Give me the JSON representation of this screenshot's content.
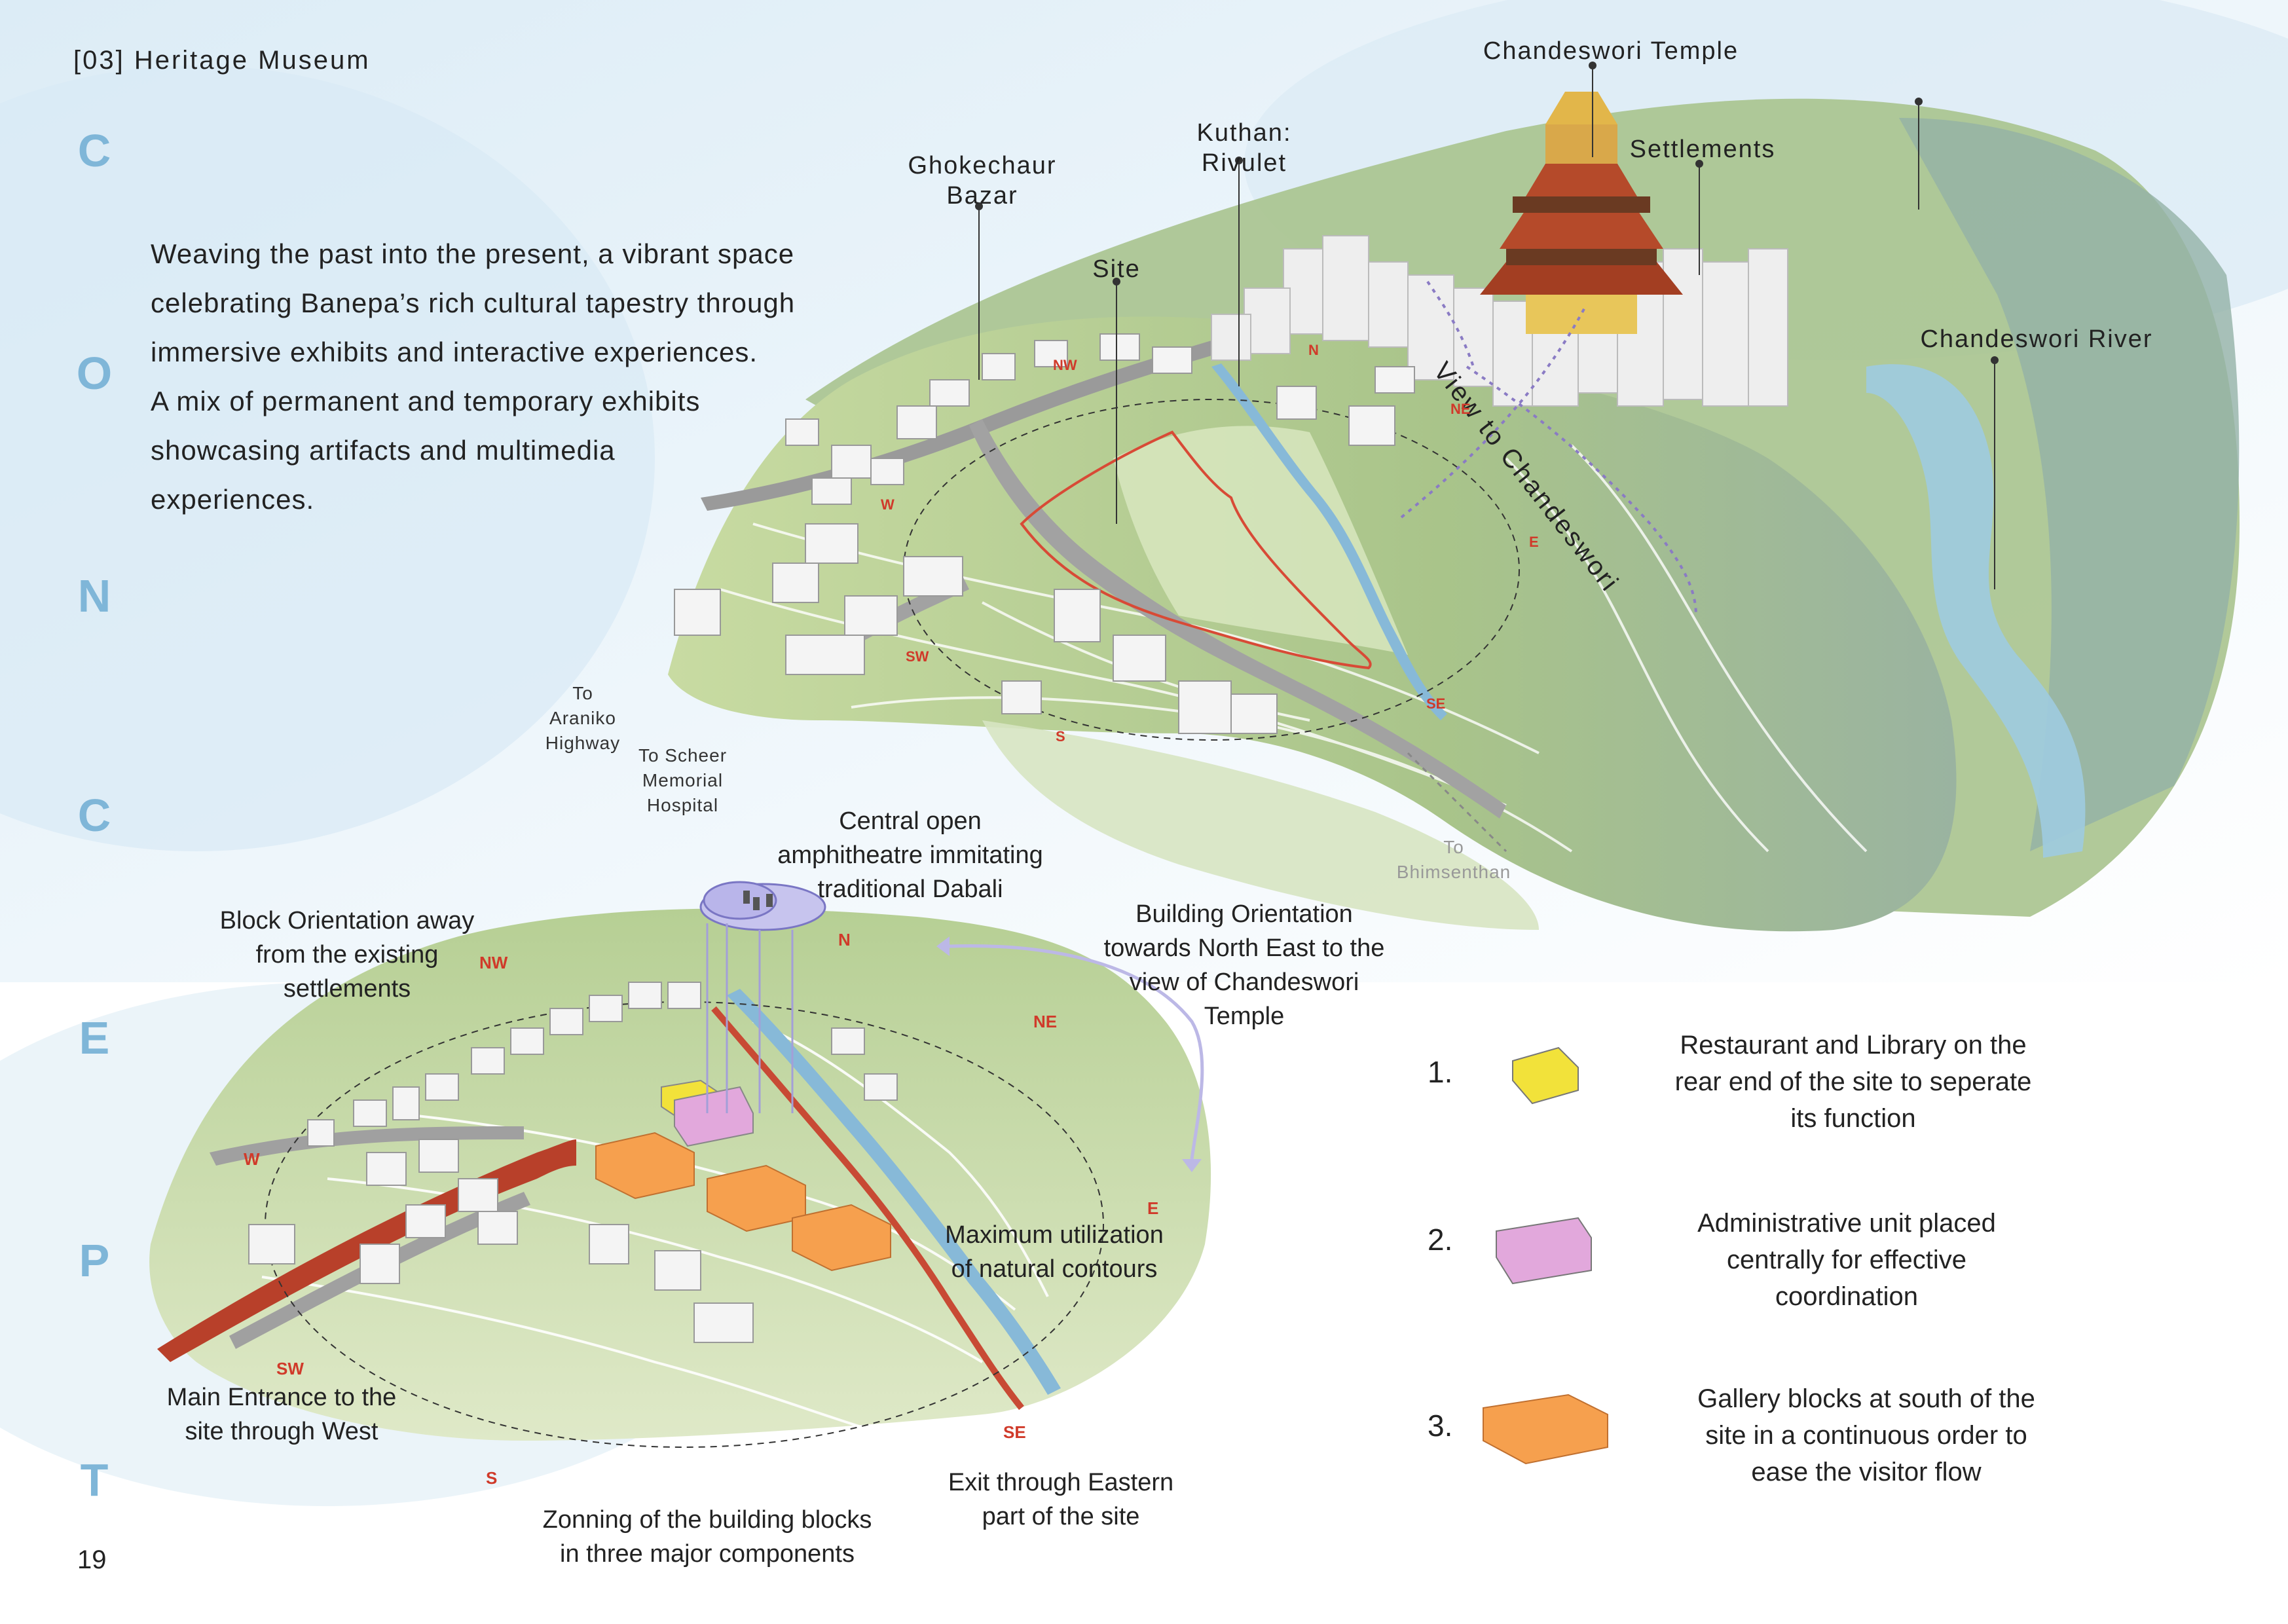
{
  "header": {
    "title": "[03] Heritage Museum",
    "page_number": "19"
  },
  "vertical_word": [
    "C",
    "O",
    "N",
    "C",
    "E",
    "P",
    "T"
  ],
  "intro": {
    "lines": [
      "Weaving the past into the present, a vibrant space",
      "celebrating Banepa’s rich cultural tapestry through",
      "immersive exhibits and interactive experiences.",
      "A mix of permanent and temporary exhibits",
      "showcasing artifacts and multimedia",
      "experiences."
    ]
  },
  "top_map": {
    "labels": {
      "chandeswori_temple": "Chandeswori Temple",
      "settlements": "Settlements",
      "kuthan": [
        "Kuthan:",
        "Rivulet"
      ],
      "ghokechaur": [
        "Ghokechaur",
        "Bazar"
      ],
      "site": "Site",
      "chandeswori_river": "Chandeswori River",
      "view_to": "View to Chandeswori",
      "to_araniko": [
        "To",
        "Araniko",
        "Highway"
      ],
      "to_scheer": [
        "To Scheer",
        "Memorial",
        "Hospital"
      ],
      "to_bhimsenthan": [
        "To",
        "Bhimsenthan"
      ]
    },
    "directions": [
      "N",
      "NE",
      "E",
      "SE",
      "S",
      "SW",
      "W",
      "NW"
    ]
  },
  "bottom_map": {
    "annotations": {
      "amphitheatre": [
        "Central open",
        "amphitheatre immitating",
        "traditional Dabali"
      ],
      "block_orientation": [
        "Block Orientation away",
        "from the existing",
        "settlements"
      ],
      "building_orientation": [
        "Building Orientation",
        "towards North East to the",
        "view of Chandeswori",
        "Temple"
      ],
      "contours": [
        "Maximum utilization",
        "of natural contours"
      ],
      "main_entrance": [
        "Main Entrance to the",
        "site through West"
      ],
      "zoning": [
        "Zonning of the building blocks",
        "in three major components"
      ],
      "exit": [
        "Exit through Eastern",
        "part of the site"
      ]
    },
    "directions": [
      "N",
      "NE",
      "E",
      "SE",
      "S",
      "SW",
      "W",
      "NW"
    ]
  },
  "legend": [
    {
      "num": "1.",
      "color": "#f2e23a",
      "lines": [
        "Restaurant and Library on the",
        "rear end of the site to seperate",
        "its function"
      ]
    },
    {
      "num": "2.",
      "color": "#e2a8dc",
      "lines": [
        "Administrative unit placed",
        "centrally for effective",
        "coordination"
      ]
    },
    {
      "num": "3.",
      "color": "#f6a04e",
      "lines": [
        "Gallery blocks at south of the",
        "site in a continuous order to",
        "ease the visitor flow"
      ]
    }
  ],
  "colors": {
    "accent_blue": "#7fb6d8",
    "direction_red": "#d03a2a",
    "terrain_green": "#c9dba0",
    "river_blue": "#9fcbe0",
    "road_grey": "#9a9a9a",
    "entrance_arrow": "#b8402a"
  }
}
